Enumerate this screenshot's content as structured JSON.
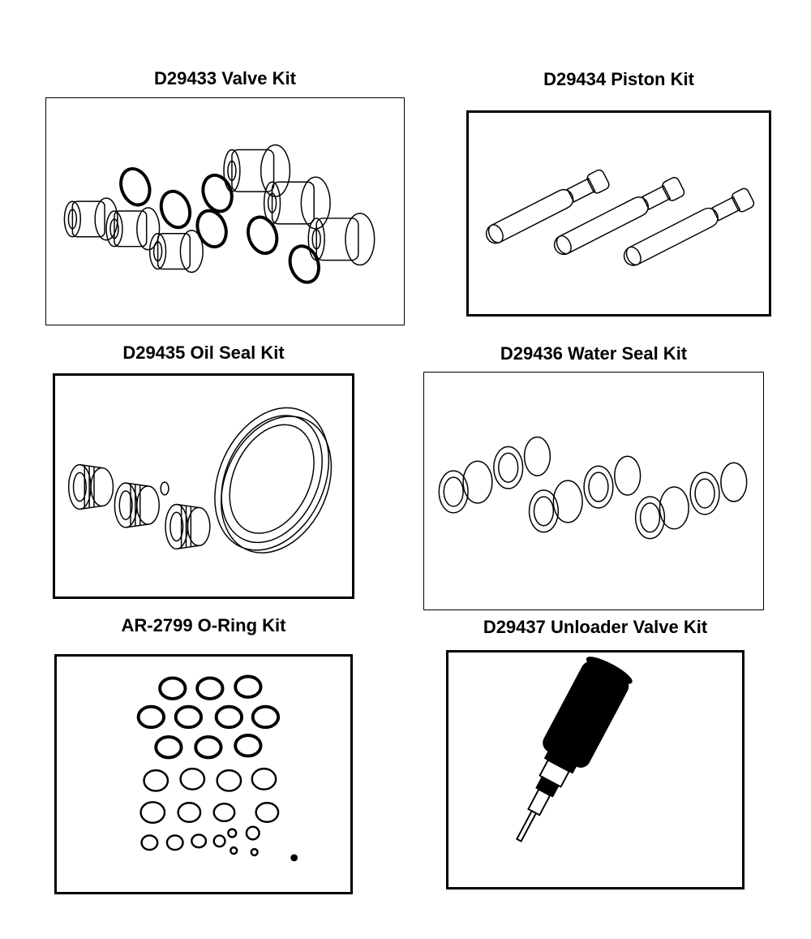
{
  "kits": [
    {
      "title": "D29433 Valve Kit",
      "illustration": "valve-kit-parts"
    },
    {
      "title": "D29434 Piston Kit",
      "illustration": "piston-kit-parts"
    },
    {
      "title": "D29435 Oil Seal Kit",
      "illustration": "oil-seal-kit-parts"
    },
    {
      "title": "D29436 Water Seal Kit",
      "illustration": "water-seal-kit-parts"
    },
    {
      "title": "AR-2799 O-Ring Kit",
      "illustration": "o-ring-kit-parts"
    },
    {
      "title": "D29437 Unloader Valve Kit",
      "illustration": "unloader-valve-kit-parts"
    }
  ],
  "colors": {
    "line": "#000000",
    "background": "#ffffff"
  }
}
